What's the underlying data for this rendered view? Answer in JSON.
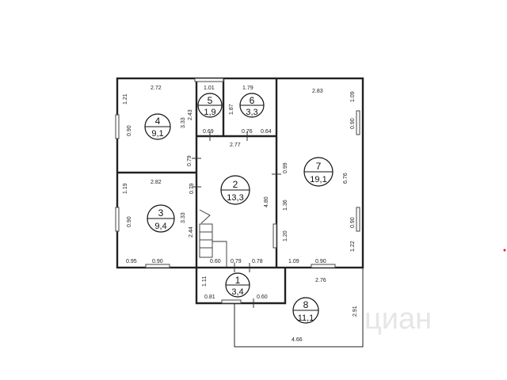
{
  "rooms": [
    {
      "id": "4",
      "number": "4",
      "area": "9,1"
    },
    {
      "id": "5",
      "number": "5",
      "area": "1,9"
    },
    {
      "id": "6",
      "number": "6",
      "area": "3,3"
    },
    {
      "id": "7",
      "number": "7",
      "area": "19,1"
    },
    {
      "id": "2",
      "number": "2",
      "area": "13,3"
    },
    {
      "id": "3",
      "number": "3",
      "area": "9,4"
    },
    {
      "id": "1",
      "number": "1",
      "area": "3,4"
    },
    {
      "id": "8",
      "number": "8",
      "area": "11,1"
    }
  ],
  "dimensions": [
    "2.72",
    "1.01",
    "1.79",
    "2.83",
    "1.21",
    "0.90",
    "3.33",
    "2.43",
    "1.87",
    "1.09",
    "0.90",
    "6.76",
    "0.69",
    "0.76",
    "0.64",
    "2.77",
    "0.79",
    "0.99",
    "2.82",
    "0.79",
    "1.19",
    "4.80",
    "1.36",
    "0.90",
    "3.33",
    "2.44",
    "0.90",
    "1.22",
    "1.20",
    "0.95",
    "0.90",
    "0.60",
    "0.79",
    "0.78",
    "1.09",
    "0.90",
    "2.76",
    "1.11",
    "0.81",
    "0.60",
    "2.91",
    "4.66"
  ],
  "watermark": "циан"
}
